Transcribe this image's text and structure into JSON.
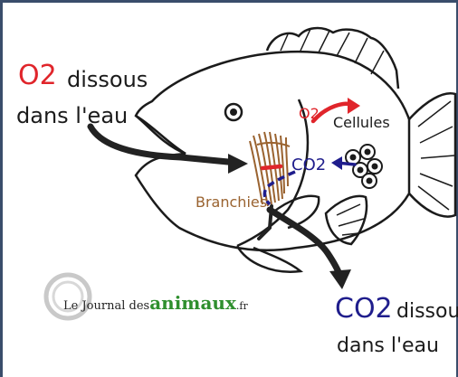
{
  "labels": {
    "o2_in_formula": "O2",
    "o2_in_text_1": "dissous",
    "o2_in_text_2": "dans l'eau",
    "o2_small": "O2",
    "cells": "Cellules",
    "co2_small": "CO2",
    "gills": "Branchies",
    "co2_out_formula": "CO2",
    "co2_out_text_1": "dissous",
    "co2_out_text_2": "dans l'eau"
  },
  "watermark": {
    "copyright": "©",
    "prefix": "Le Journal des",
    "brand": "animaux",
    "tld": ".fr"
  },
  "colors": {
    "o2": "#e0252b",
    "co2": "#1f1d8c",
    "gills": "#9a6330",
    "ink": "#1b1b1b",
    "brand": "#2f8f2e"
  }
}
